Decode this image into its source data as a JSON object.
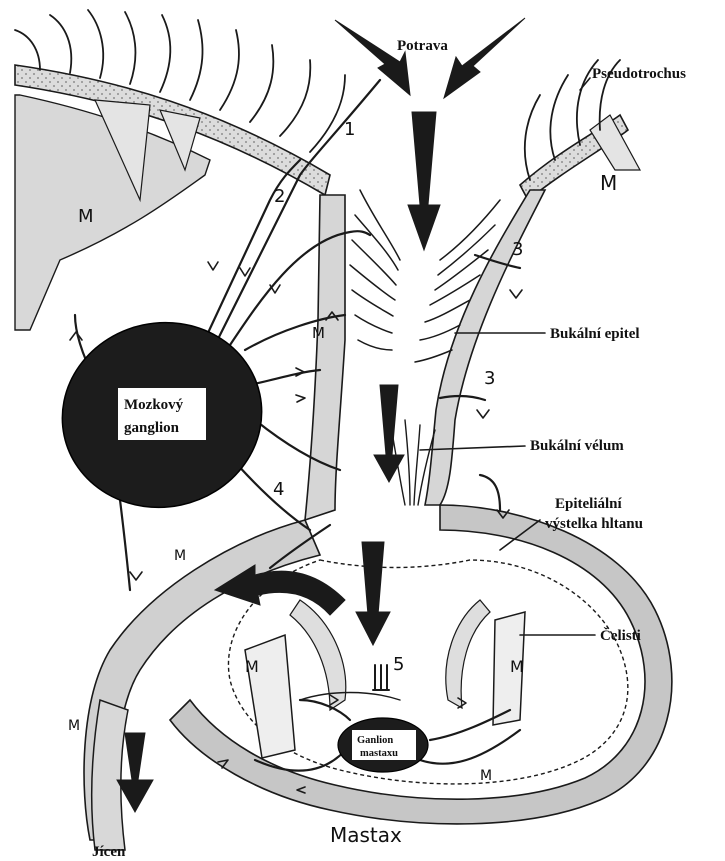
{
  "labels": {
    "potrava": "Potrava",
    "pseudotrochus": "Pseudotrochus",
    "bukalni_epitel": "Bukální epitel",
    "bukalni_velum": "Bukální vélum",
    "epitelialni_line1": "Epiteliální",
    "epitelialni_line2": "výstelka hltanu",
    "celisti": "Čelisti",
    "mozkovy_line1": "Mozkový",
    "mozkovy_line2": "ganglion",
    "ganglion_mastaxu_line1": "Ganlion",
    "ganglion_mastaxu_line2": "mastaxu",
    "jicen": "Jícen",
    "mastax": "Mastax"
  },
  "numbers": {
    "n1": "1",
    "n2": "2",
    "n3a": "3",
    "n3b": "3",
    "n4": "4",
    "n5": "5"
  },
  "muscle_mark": "M",
  "colors": {
    "ink": "#1a1a1a",
    "tissue_gray": "#c8c8c8",
    "tissue_light": "#e6e6e6",
    "ganglion": "#1c1c1c"
  }
}
